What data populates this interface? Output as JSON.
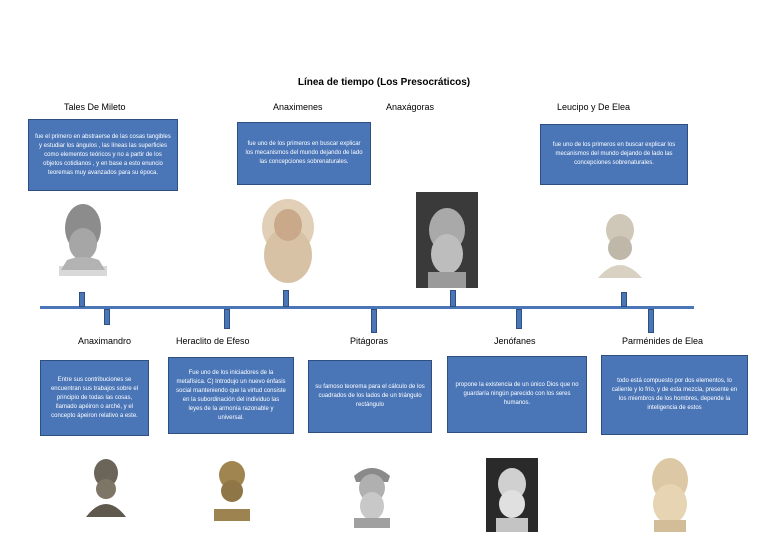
{
  "title": "Línea de tiempo (Los Presocráticos)",
  "top": [
    {
      "name": "Tales De Mileto",
      "text": "fue el primero en abstraerse de las cosas tangibles y estudiar los ángulos , las líneas las superficies como elementos teóricos y no a partir de los objetos cotidianos , y en base a esto enuncio teoremas muy avanzados para su época."
    },
    {
      "name": "Anaximenes",
      "text": "fue uno de los primeros en buscar explicar los mecanismos del mundo dejando de lado las concepciones sobrenaturales."
    },
    {
      "name": "Anaxágoras",
      "text": ""
    },
    {
      "name": "Leucipo y De Elea",
      "text": "fue uno de los primeros en buscar explicar los mecanismos del mundo dejando de lado las concepciones sobrenaturales."
    }
  ],
  "bottom": [
    {
      "name": "Anaximandro",
      "text": "Entre sus contribuciones se encuentran sus trabajos sobre el principio de todas las cosas, llamado apéiron o arché, y el concepto ápeiron relativo a este."
    },
    {
      "name": "Heraclito de Efeso",
      "text": "Fue uno de los iniciadores de la metafísica. C) Introdujo un nuevo énfasis social manteniendo que la virtud consiste en la subordinación del individuo las leyes de la armonía razonable y universal."
    },
    {
      "name": "Pitágoras",
      "text": "su famoso teorema para el cálculo de los cuadrados de los lados de un triángulo rectángulo"
    },
    {
      "name": "Jenófanes",
      "text": "propone la existencia de un único Dios que no guardaría ningún parecido con los seres humanos."
    },
    {
      "name": "Parménides de Elea",
      "text": "todo está compuesto por dos elementos, lo caliente y lo frío, y de esta mezcla, presente en los miembros de los hombres, depende la inteligencia de estos"
    }
  ],
  "colors": {
    "box": "#4a76b8",
    "box_border": "#2f4f80",
    "line": "#4a76b8"
  }
}
